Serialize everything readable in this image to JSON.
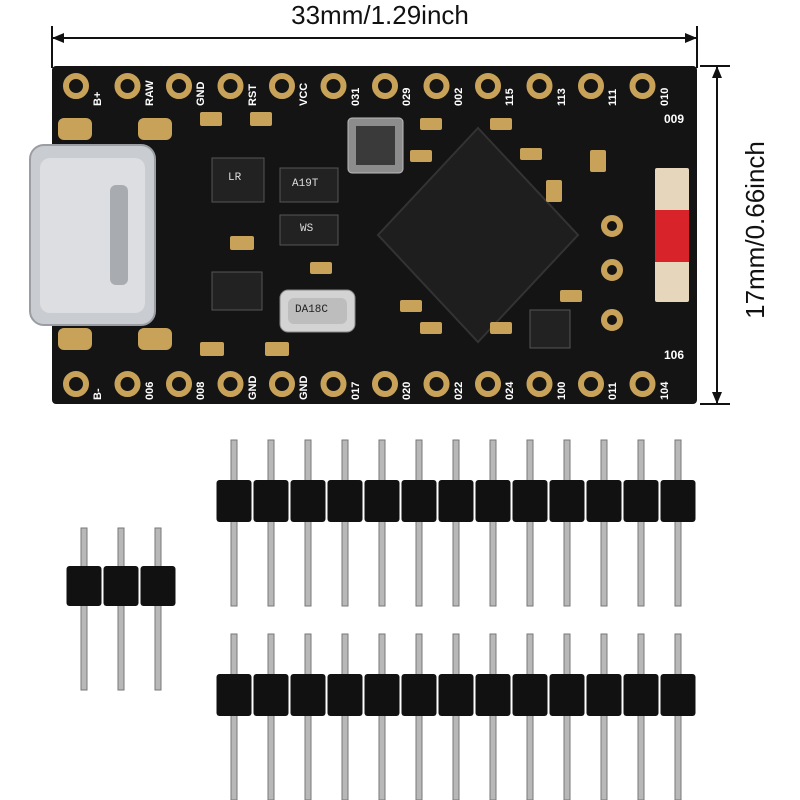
{
  "dimensions": {
    "width_label": "33mm/1.29inch",
    "height_label": "17mm/0.66inch"
  },
  "board": {
    "top_pins": [
      "B+",
      "RAW",
      "GND",
      "RST",
      "VCC",
      "031",
      "029",
      "002",
      "115",
      "113",
      "111",
      "010"
    ],
    "bottom_pins": [
      "B-",
      "006",
      "008",
      "GND",
      "GND",
      "017",
      "020",
      "022",
      "024",
      "100",
      "011",
      "104"
    ],
    "side_labels": {
      "upper": "009",
      "lower": "106"
    },
    "chip_markings": {
      "ic1": "A19T",
      "ic2": "LR",
      "ic3": "WS",
      "crystal": "DA18C"
    },
    "colors": {
      "pcb": "#141414",
      "gold": "#c9a25a",
      "red_led": "#d8232a",
      "silk": "#ffffff"
    }
  },
  "headers": {
    "short_header_pins": 3,
    "long_header_pins": 13,
    "long_header_count": 2
  }
}
